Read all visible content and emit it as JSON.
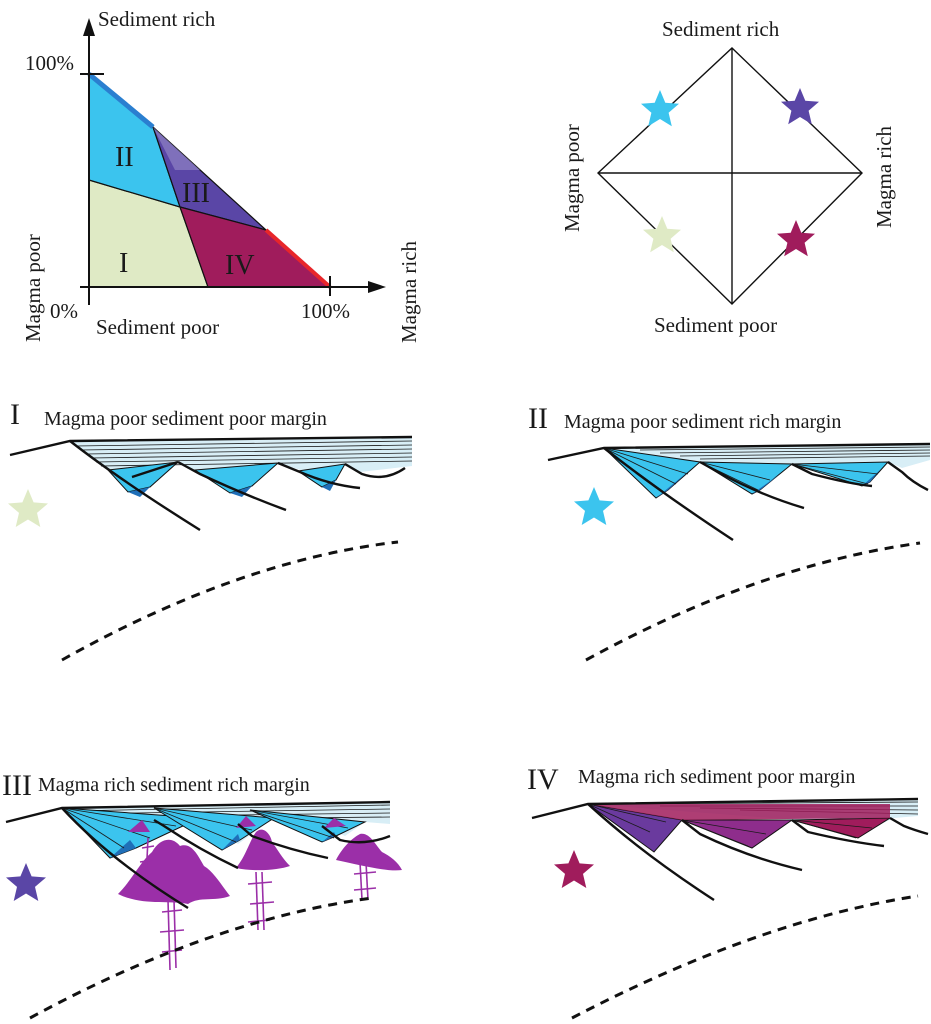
{
  "colors": {
    "field_I": "#dfeac5",
    "field_II": "#3bc4ee",
    "field_III": "#5a46a6",
    "field_IV": "#a01c5c",
    "sediment_light": "#d8eef6",
    "magma": "#9b2fa8",
    "edge_blue": "#2a7fd0",
    "edge_red": "#e8262a",
    "wedge_dark_blue": "#1f6fb8"
  },
  "ternary": {
    "y_axis_label": "Sediment rich",
    "y_max_label": "100%",
    "origin_label": "0%",
    "x_axis_label": "Sediment poor",
    "x_max_label": "100%",
    "left_side_label": "Magma poor",
    "right_side_label": "Magma rich",
    "fields": [
      "I",
      "II",
      "III",
      "IV"
    ]
  },
  "diamond": {
    "top_label": "Sediment rich",
    "bottom_label": "Sediment poor",
    "left_label": "Magma poor",
    "right_label": "Magma rich",
    "stars": [
      {
        "quadrant": "top-left",
        "color": "#3bc4ee"
      },
      {
        "quadrant": "top-right",
        "color": "#5a46a6"
      },
      {
        "quadrant": "bottom-left",
        "color": "#dfeac5"
      },
      {
        "quadrant": "bottom-right",
        "color": "#a01c5c"
      }
    ]
  },
  "panels": [
    {
      "numeral": "I",
      "title": "Magma poor sediment poor margin",
      "star": "#dfeac5"
    },
    {
      "numeral": "II",
      "title": "Magma poor sediment rich margin",
      "star": "#3bc4ee"
    },
    {
      "numeral": "III",
      "title": "Magma rich sediment rich margin",
      "star": "#5a46a6"
    },
    {
      "numeral": "IV",
      "title": "Magma  rich sediment poor margin",
      "star": "#a01c5c"
    }
  ]
}
